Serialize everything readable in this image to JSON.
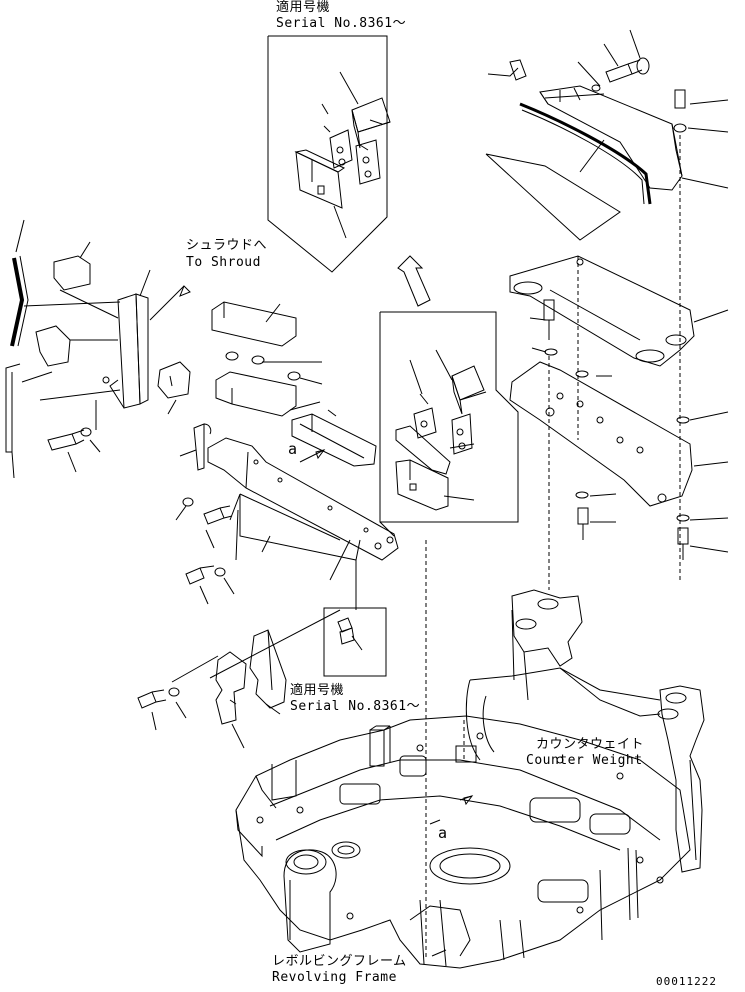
{
  "labels": {
    "serial_top_jp": "適用号機",
    "serial_top_en": "Serial No.8361～",
    "serial_mid_jp": "適用号機",
    "serial_mid_en": "Serial No.8361～",
    "shroud_jp": "シュラウドへ",
    "shroud_en": "To Shroud",
    "counterweight_jp": "カウンタウェイト",
    "counterweight_en": "Counter Weight",
    "frame_jp": "レボルビングフレーム",
    "frame_en": "Revolving Frame",
    "ref_a1": "a",
    "ref_a2": "a",
    "drawing_no": "00011222"
  },
  "colors": {
    "line": "#000000",
    "background": "#ffffff"
  }
}
